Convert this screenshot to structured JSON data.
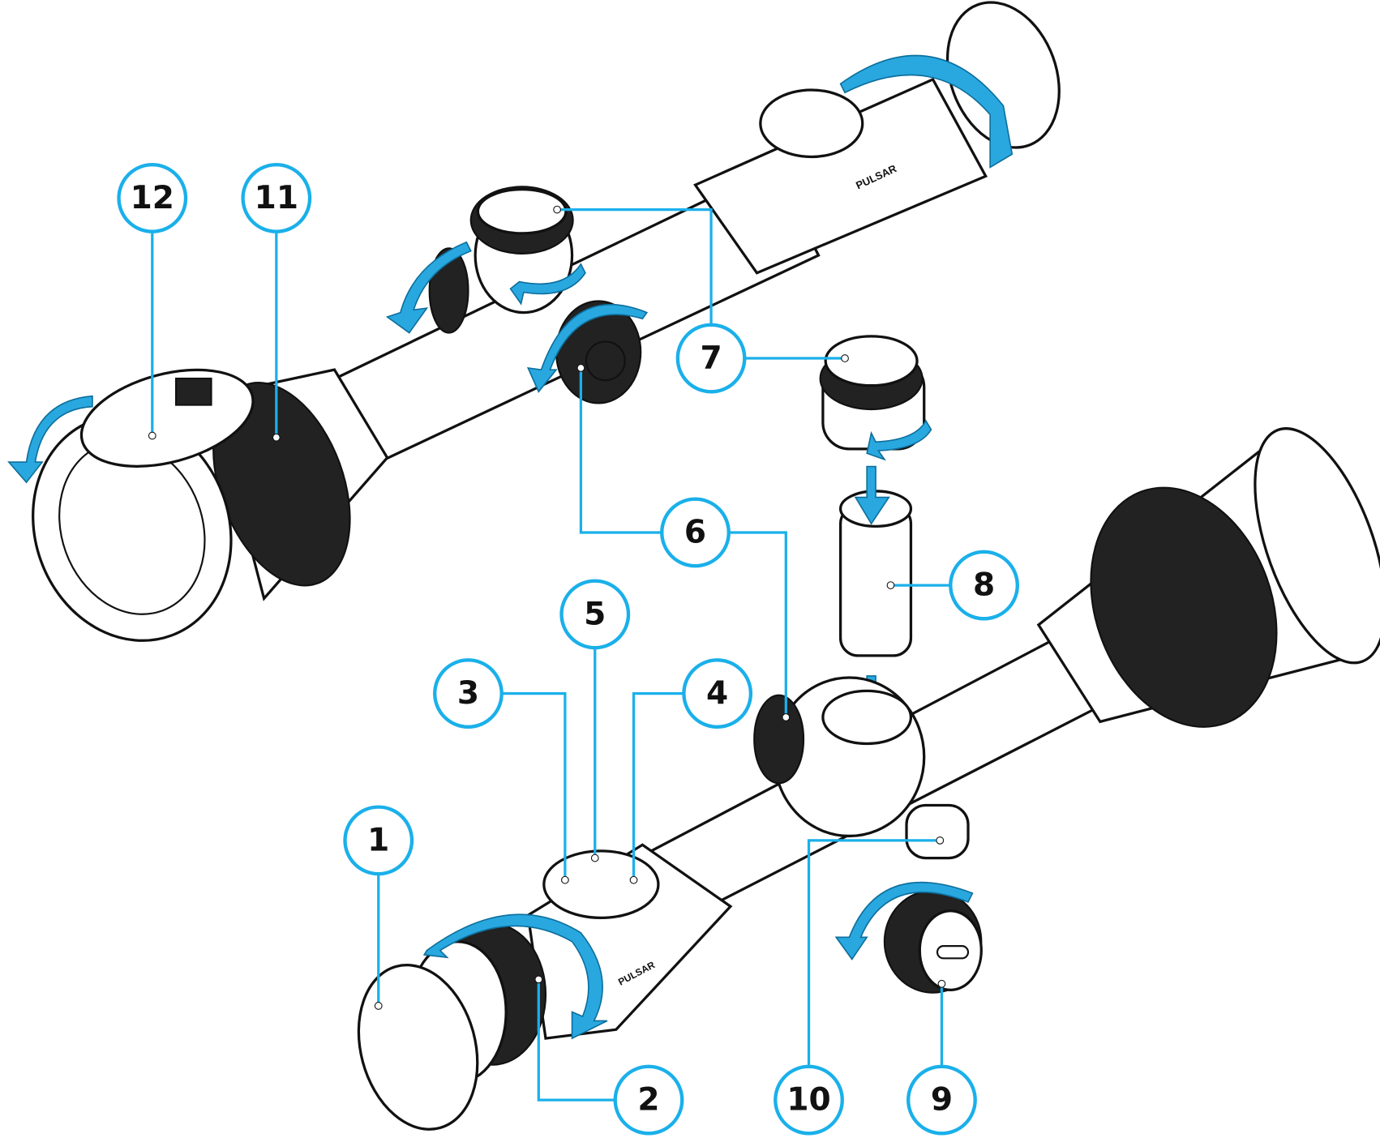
{
  "diagram": {
    "accent_color": "#1ab0ea",
    "brand_logo": "PULSAR",
    "callouts": [
      {
        "id": "1",
        "label": "1"
      },
      {
        "id": "2",
        "label": "2"
      },
      {
        "id": "3",
        "label": "3"
      },
      {
        "id": "4",
        "label": "4"
      },
      {
        "id": "5",
        "label": "5"
      },
      {
        "id": "6",
        "label": "6"
      },
      {
        "id": "7",
        "label": "7"
      },
      {
        "id": "8",
        "label": "8"
      },
      {
        "id": "9",
        "label": "9"
      },
      {
        "id": "10",
        "label": "10"
      },
      {
        "id": "11",
        "label": "11"
      },
      {
        "id": "12",
        "label": "12"
      }
    ]
  }
}
